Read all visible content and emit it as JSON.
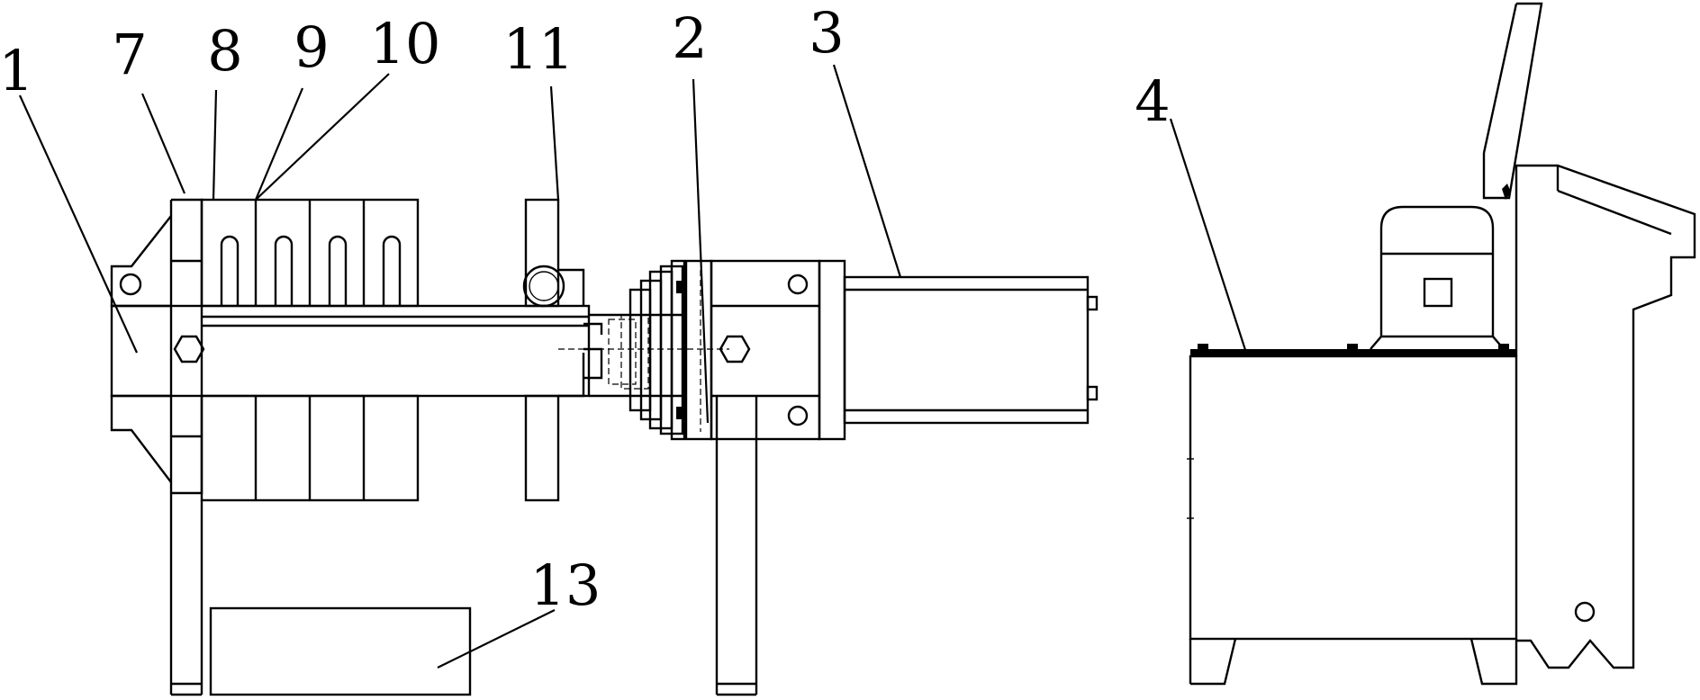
{
  "labels": {
    "l1": "1",
    "l7": "7",
    "l8": "8",
    "l9": "9",
    "l10": "10",
    "l11": "11",
    "l2": "2",
    "l3": "3",
    "l4": "4",
    "l13": "13"
  }
}
